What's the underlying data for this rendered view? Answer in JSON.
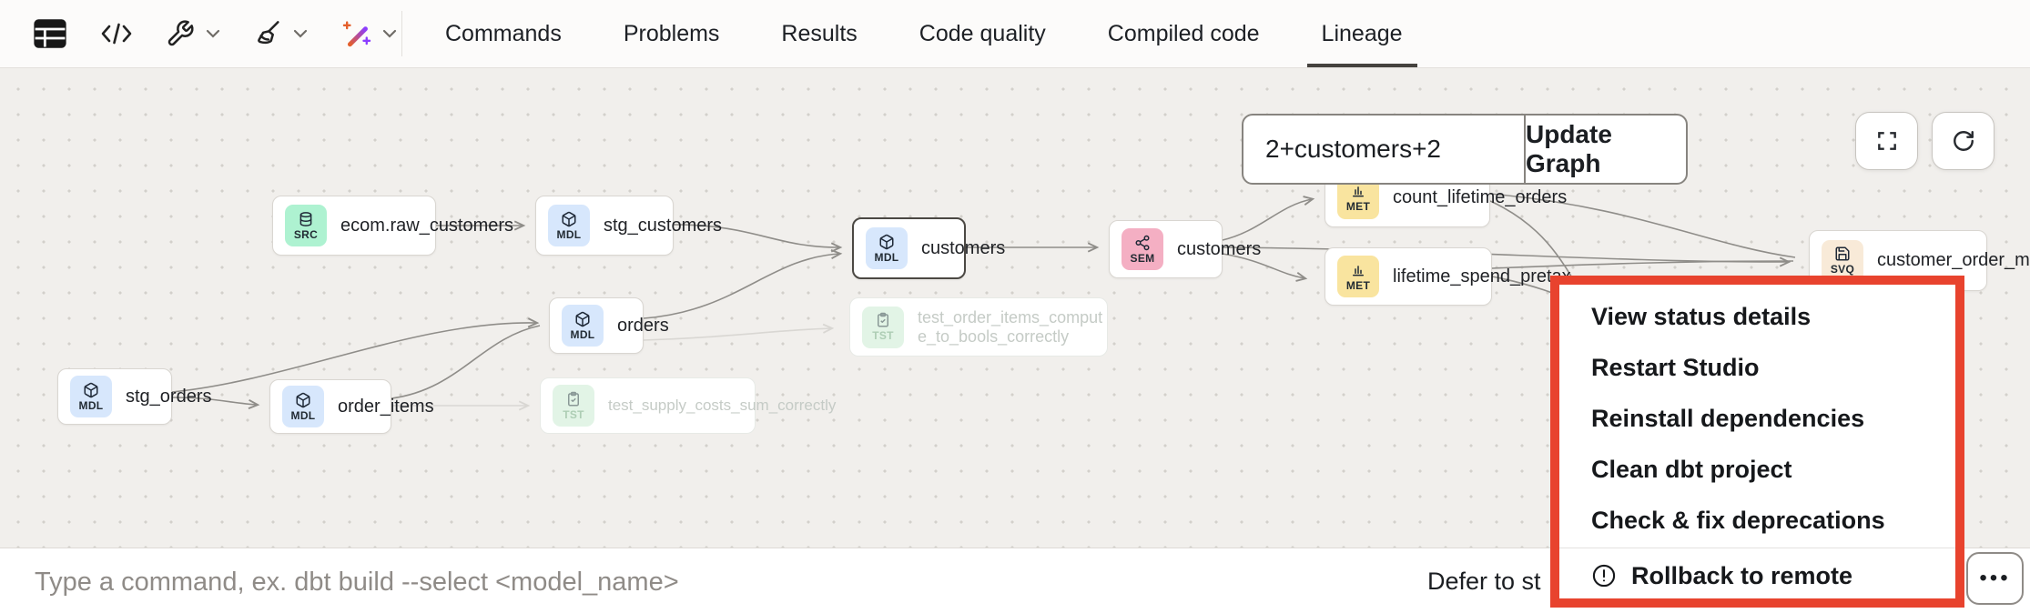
{
  "colors": {
    "accent_red": "#e8432e",
    "canvas_bg": "#f1efec",
    "badge_src": "#aef2d1",
    "badge_mdl": "#d7e7fc",
    "badge_sem": "#f4afc3",
    "badge_met": "#f9e49f",
    "badge_svq": "#f8ead8",
    "badge_tst": "#e2f4e6",
    "wand_gradient": [
      "#e45f2b",
      "#8b3dff"
    ]
  },
  "toolbar": {
    "icons": [
      "table-icon",
      "code-icon",
      "wrench-icon",
      "broom-icon",
      "magic-wand-icon"
    ],
    "tabs": [
      {
        "label": "Commands",
        "active": false
      },
      {
        "label": "Problems",
        "active": false
      },
      {
        "label": "Results",
        "active": false
      },
      {
        "label": "Code quality",
        "active": false
      },
      {
        "label": "Compiled code",
        "active": false
      },
      {
        "label": "Lineage",
        "active": true
      }
    ]
  },
  "graph": {
    "selector": {
      "value": "2+customers+2",
      "button": "Update Graph"
    },
    "control_icons": [
      "fullscreen-icon",
      "refresh-icon"
    ],
    "nodes": [
      {
        "label": "ecom.raw_customers",
        "badge": "SRC"
      },
      {
        "label": "stg_customers",
        "badge": "MDL"
      },
      {
        "label": "customers",
        "badge": "MDL",
        "selected": true
      },
      {
        "label": "customers",
        "badge": "SEM"
      },
      {
        "label": "count_lifetime_orders",
        "badge": "MET"
      },
      {
        "label": "lifetime_spend_pretax",
        "badge": "MET"
      },
      {
        "label": "customer_order_metrics",
        "badge": "SVQ"
      },
      {
        "label": "orders",
        "badge": "MDL"
      },
      {
        "label": "stg_orders",
        "badge": "MDL"
      },
      {
        "label": "order_items",
        "badge": "MDL"
      },
      {
        "label": "test_order_items_compute_to_bools_correctly",
        "badge": "TST",
        "faded": true
      },
      {
        "label": "test_supply_costs_sum_correctly",
        "badge": "TST",
        "faded": true
      }
    ]
  },
  "context_menu": {
    "items": [
      "View status details",
      "Restart Studio",
      "Reinstall dependencies",
      "Clean dbt project",
      "Check & fix deprecations"
    ],
    "danger_item": "Rollback to remote",
    "danger_icon": "warning-circle-icon"
  },
  "bottom_bar": {
    "placeholder": "Type a command, ex. dbt build --select <model_name>",
    "defer_label": "Defer to st",
    "ellipsis": "•••"
  }
}
